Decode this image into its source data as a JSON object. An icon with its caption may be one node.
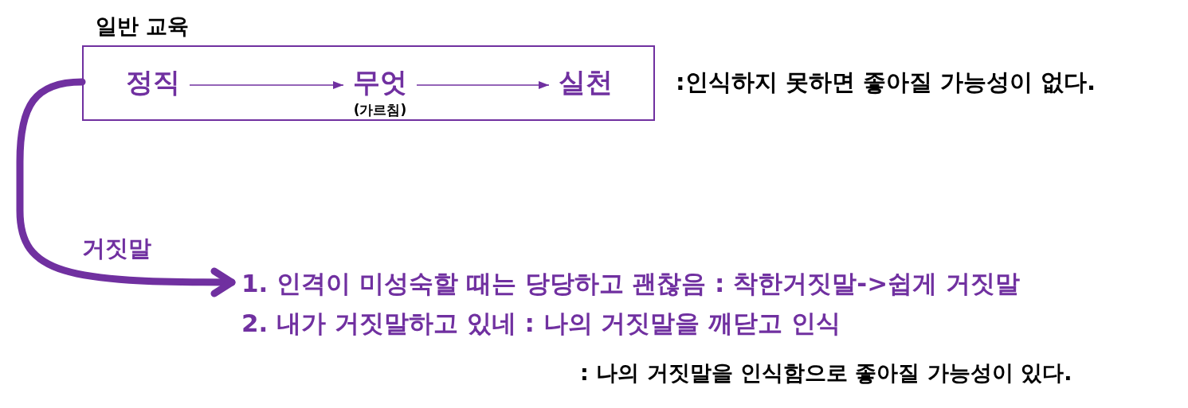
{
  "diagram": {
    "nodes": [
      {
        "text": [
          "일반 교육"
        ],
        "beside": [
          ":인식하지 못하면 좋아질 가능성이 없다."
        ]
      },
      {
        "text": [
          "정직"
        ],
        "in": 0
      },
      {
        "text": [
          "무엇",
          "(가르침)"
        ],
        "in": 0
      },
      {
        "text": [
          "실천"
        ],
        "in": 0
      },
      {
        "text": [
          "1. 인격이 미성숙할 때는 당당하고 괜찮음 : 착한거짓말->쉽게 거짓말",
          "2. 내가 거짓말하고 있네 : 나의 거짓말을 깨닫고 인식"
        ],
        "beside": [
          ": 나의 거짓말을 인식함으로 좋아질 가능성이 있다."
        ]
      }
    ],
    "edges": [
      {
        "from": 1,
        "to": 2,
        "arrow": "to"
      },
      {
        "from": 2,
        "to": 3,
        "arrow": "to"
      },
      {
        "from": 0,
        "to": 4,
        "arrow": "to",
        "label": "거짓말",
        "style": "thick"
      }
    ]
  }
}
